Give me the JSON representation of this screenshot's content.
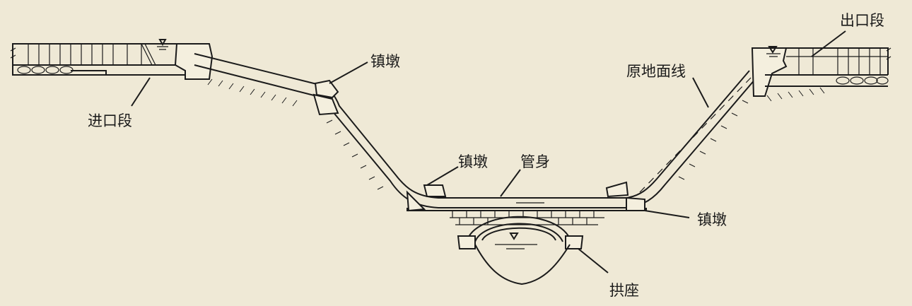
{
  "labels": {
    "outlet_section": "出口段",
    "inlet_section": "进口段",
    "anchor_block_upper_left": "镇墩",
    "anchor_block_lower_left": "镇墩",
    "anchor_block_right": "镇墩",
    "pipe_body": "管身",
    "original_ground_line": "原地面线",
    "arch_abutment": "拱座"
  },
  "colors": {
    "paper": "#efe9d6",
    "ink": "#1b1b1b"
  }
}
